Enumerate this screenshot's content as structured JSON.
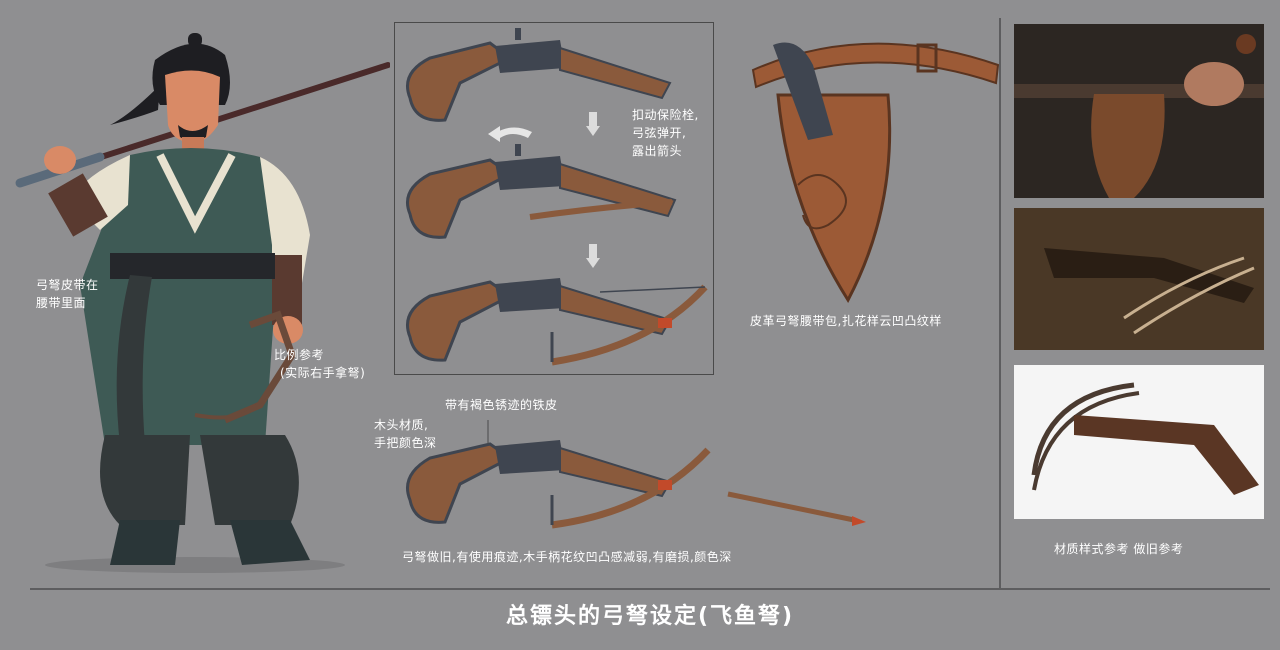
{
  "title": "总镖头的弓弩设定(飞鱼弩)",
  "annotations": {
    "strap_note": [
      "弓弩皮带在",
      "腰带里面"
    ],
    "scale_note": [
      "比例参考",
      "(实际右手拿弩)"
    ],
    "safety_note": [
      "扣动保险栓,",
      "弓弦弹开,",
      "露出箭头"
    ],
    "iron_note": "带有褐色锈迹的铁皮",
    "wood_note": [
      "木头材质,",
      "手把颜色深"
    ],
    "aging_note": "弓弩做旧,有使用痕迹,木手柄花纹凹凸感减弱,有磨损,颜色深",
    "holster_note": "皮革弓弩腰带包,扎花样云凹凸纹样",
    "reference_note": "材质样式参考  做旧参考"
  },
  "colors": {
    "background": "#8f8f91",
    "wood": "#8a5a3c",
    "iron": "#3f4550",
    "leather": "#9c5a36",
    "robe": "#3e5a55"
  }
}
